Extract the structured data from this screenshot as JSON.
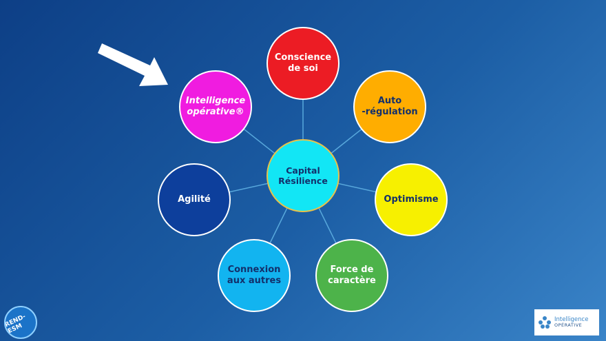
{
  "diagram": {
    "center": {
      "label": "Capital\nRésilience",
      "fill": "#12e6f5",
      "text_color": "#13306b"
    },
    "nodes": [
      {
        "id": "conscience-de-soi",
        "label": "Conscience\nde soi",
        "fill": "#ec1c24",
        "text_color": "#ffffff"
      },
      {
        "id": "auto-regulation",
        "label": "Auto\n-régulation",
        "fill": "#ffad00",
        "text_color": "#13306b"
      },
      {
        "id": "optimisme",
        "label": "Optimisme",
        "fill": "#f7f000",
        "text_color": "#13306b"
      },
      {
        "id": "force-de-caractere",
        "label": "Force de\ncaractère",
        "fill": "#4db34a",
        "text_color": "#ffffff"
      },
      {
        "id": "connexion-aux-autres",
        "label": "Connexion\naux autres",
        "fill": "#12b4f0",
        "text_color": "#13306b"
      },
      {
        "id": "agilite",
        "label": "Agilité",
        "fill": "#0d3f9c",
        "text_color": "#ffffff"
      },
      {
        "id": "intelligence-operative",
        "label": "Intelligence\nopérative®",
        "fill": "#f01ce0",
        "text_color": "#ffffff",
        "italic": true
      }
    ],
    "connector_color": "#58a8dc"
  },
  "highlight": {
    "icon": "arrow-icon",
    "target": "intelligence-operative",
    "color": "#ffffff"
  },
  "logos": {
    "left": {
      "icon": "spiral-logo-icon",
      "text": "REND-ESM"
    },
    "right": {
      "icon": "network-logo-icon",
      "line1": "Intelligence",
      "line2": "OPÉRATIVE"
    }
  }
}
